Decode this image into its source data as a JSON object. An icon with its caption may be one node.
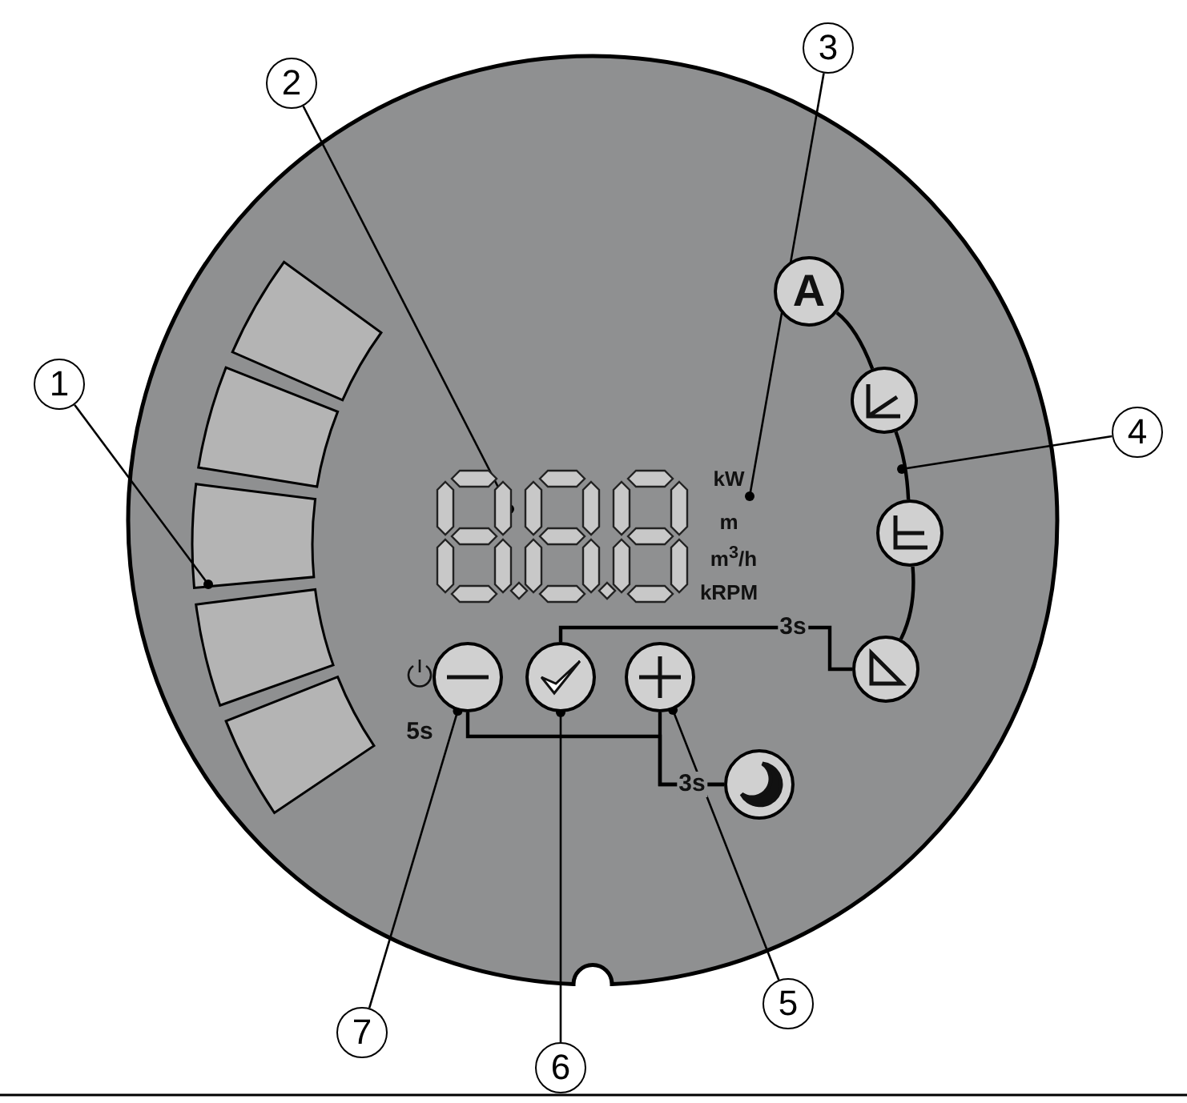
{
  "diagram": {
    "nodes": [
      {
        "text": [
          "1"
        ]
      },
      {
        "text": [
          "2"
        ]
      },
      {
        "text": [
          "3"
        ]
      },
      {
        "text": [
          "4"
        ]
      },
      {
        "text": [
          "5"
        ]
      },
      {
        "text": [
          "6"
        ]
      },
      {
        "text": [
          "7"
        ]
      },
      {
        "text": [],
        "shape": "bar"
      },
      {
        "text": [],
        "shape": "bar"
      },
      {
        "text": [],
        "shape": "bar"
      },
      {
        "text": [],
        "shape": "bar"
      },
      {
        "text": [],
        "shape": "bar"
      },
      {
        "text": [],
        "shape": "box"
      },
      {
        "text": [
          "A"
        ]
      },
      {
        "text": [],
        "shape": "circle"
      },
      {
        "text": [],
        "shape": "circle"
      },
      {
        "text": [],
        "shape": "circle"
      },
      {
        "text": [],
        "shape": "circle"
      },
      {
        "text": [],
        "shape": "circle"
      },
      {
        "text": [],
        "shape": "circle"
      },
      {
        "text": [],
        "shape": "circle"
      },
      {
        "text": [
          "kW"
        ]
      }
    ],
    "edges": [
      {
        "from": 0,
        "to": 9,
        "arrow": "other"
      },
      {
        "from": 1,
        "to": 12,
        "arrow": "other"
      },
      {
        "from": 2,
        "to": 21,
        "arrow": "other"
      },
      {
        "from": 3,
        "to": null,
        "arrow": "other"
      },
      {
        "from": 4,
        "to": 19,
        "arrow": "other"
      },
      {
        "from": 5,
        "to": 18,
        "arrow": "other"
      },
      {
        "from": 6,
        "to": 17,
        "arrow": "other"
      },
      {
        "from": 13,
        "to": 14,
        "arrow": "none"
      },
      {
        "from": 14,
        "to": 15,
        "arrow": "none"
      },
      {
        "from": 15,
        "to": 16,
        "arrow": "none"
      },
      {
        "from": 18,
        "to": 16,
        "arrow": "none",
        "label": "3s"
      },
      {
        "from": 17,
        "to": 20,
        "arrow": "none",
        "label": "3s"
      },
      {
        "from": 19,
        "to": 20,
        "arrow": "none"
      }
    ],
    "labels": [
      "m",
      "m$^{3}$/h",
      "kRPM",
      "5s"
    ]
  }
}
